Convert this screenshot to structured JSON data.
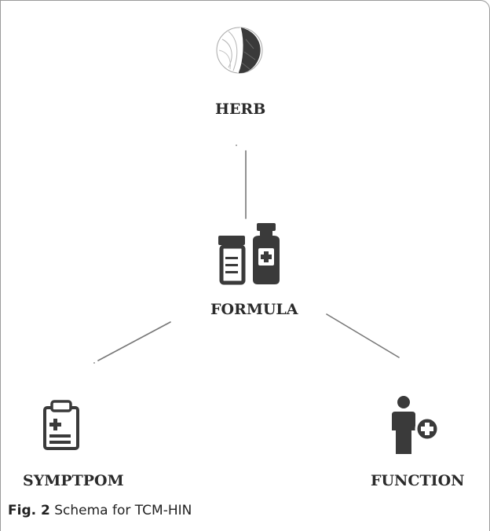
{
  "nodes": {
    "herb": {
      "label": "HERB"
    },
    "formula": {
      "label": "FORMULA"
    },
    "symptom": {
      "label": "SYMPTPOM"
    },
    "function": {
      "label": "FUNCTION"
    }
  },
  "caption": {
    "figure_label": "Fig. 2",
    "text": "Schema for TCM-HIN"
  },
  "colors": {
    "edge": "#777777",
    "icon_dark": "#3a3a3a",
    "icon_light": "#9a9a9a",
    "text": "#2b2b2b"
  },
  "icons": {
    "herb": "leaf-icon",
    "formula": "medicine-bottles-icon",
    "symptom": "clipboard-icon",
    "function": "person-plus-icon"
  }
}
